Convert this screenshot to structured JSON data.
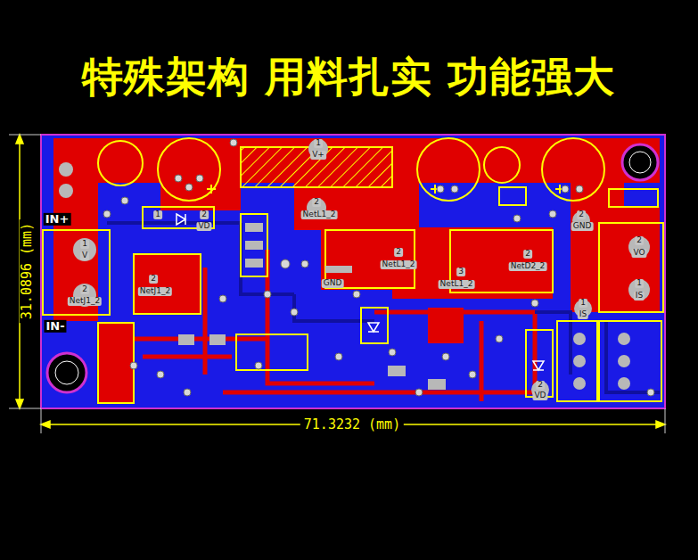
{
  "diagram": {
    "title": "特殊架构 用料扎实 功能强大",
    "labels": [
      "IN+",
      "IN-",
      "1",
      "V",
      "2",
      "NetJ1_2",
      "2",
      "NetJ1_2",
      "1",
      "2",
      "VD",
      "1",
      "V+",
      "2",
      "NetL1_2",
      "GND",
      "2",
      "NetL1_2",
      "3",
      "NetL1_2",
      "2",
      "NetD2_2",
      "2",
      "GND",
      "2",
      "VO",
      "1",
      "IS",
      "1",
      "IS",
      "2",
      "VD",
      "31.0896 (mm)",
      "71.3232 (mm)"
    ]
  }
}
